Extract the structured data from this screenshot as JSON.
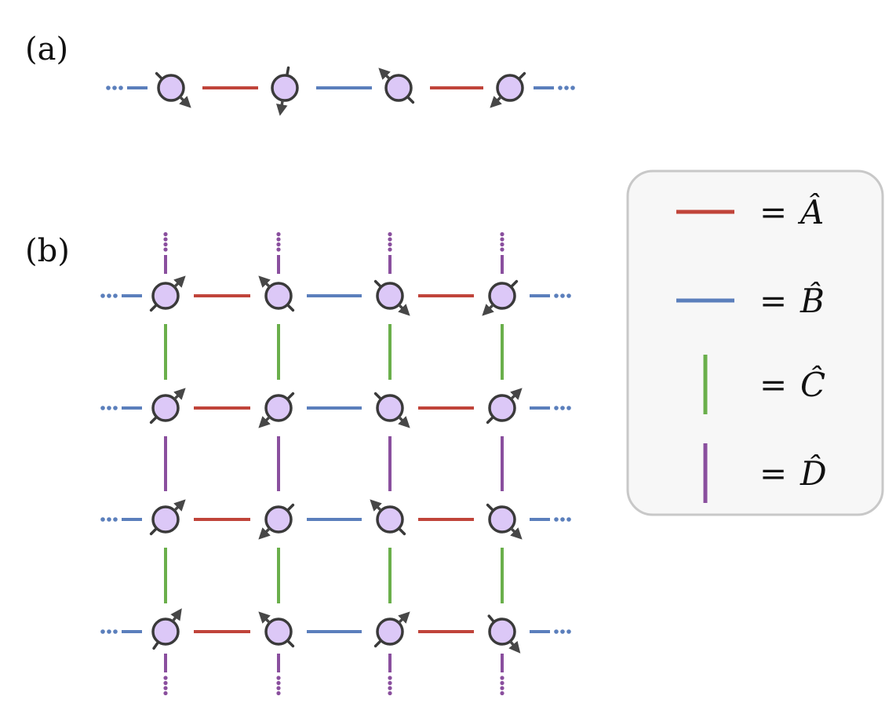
{
  "colors": {
    "red": "#c0443a",
    "blue": "#5b7fbc",
    "green": "#6aaf4b",
    "purple": "#8a4f9e",
    "spin_fill": "#dcc8f7",
    "spin_stroke": "#3a3a3a",
    "arrow": "#474747",
    "legend_bg": "#f7f7f7",
    "legend_border": "#c8c8c8"
  },
  "panels": {
    "a": {
      "label": "(a)"
    },
    "b": {
      "label": "(b)"
    }
  },
  "legend": [
    {
      "color": "red",
      "orientation": "horizontal",
      "equals": "=",
      "symbol": "Â"
    },
    {
      "color": "blue",
      "orientation": "horizontal",
      "equals": "=",
      "symbol": "B̂"
    },
    {
      "color": "green",
      "orientation": "vertical",
      "equals": "=",
      "symbol": "Ĉ"
    },
    {
      "color": "purple",
      "orientation": "vertical",
      "equals": "=",
      "symbol": "D̂"
    }
  ],
  "chain_a": {
    "bonds": [
      "red",
      "blue",
      "red"
    ],
    "spin_angles_deg": [
      -45,
      -100,
      135,
      225
    ]
  },
  "lattice_b": {
    "rows": 4,
    "cols": 4,
    "horizontal_bonds": [
      "red",
      "blue",
      "red"
    ],
    "vertical_bonds": [
      "green",
      "purple",
      "green"
    ],
    "spin_angles_deg": [
      [
        45,
        135,
        -45,
        225
      ],
      [
        45,
        225,
        -45,
        45
      ],
      [
        45,
        225,
        135,
        -45
      ],
      [
        55,
        135,
        45,
        -50
      ]
    ]
  }
}
